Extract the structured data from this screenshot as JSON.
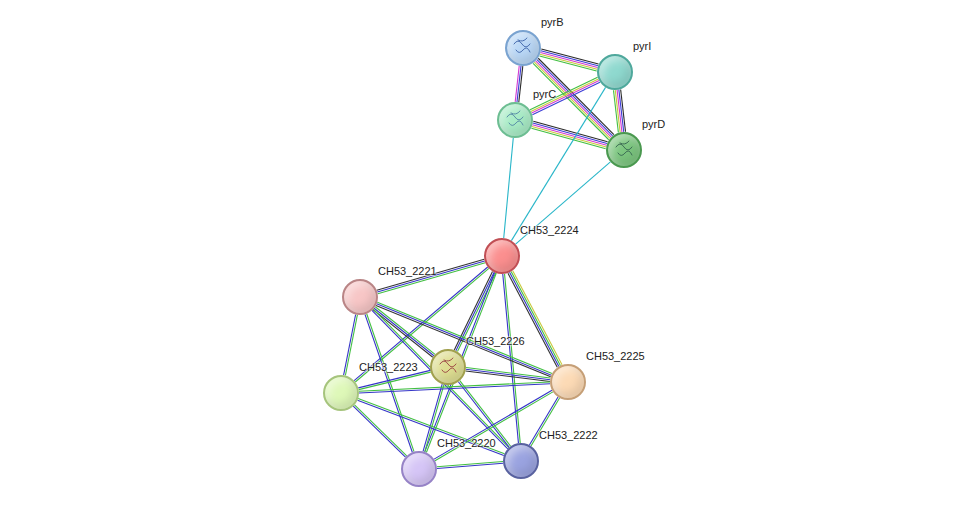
{
  "diagram": {
    "nodes": [
      {
        "text": [
          "pyrB"
        ]
      },
      {
        "text": [
          "pyrI"
        ]
      },
      {
        "text": [
          "pyrC"
        ]
      },
      {
        "text": [
          "pyrD"
        ]
      },
      {
        "text": [
          "CH53_2224"
        ]
      },
      {
        "text": [
          "CH53_2221"
        ]
      },
      {
        "text": [
          "CH53_2226"
        ]
      },
      {
        "text": [
          "CH53_2223"
        ]
      },
      {
        "text": [
          "CH53_2225"
        ]
      },
      {
        "text": [
          "CH53_2220"
        ]
      },
      {
        "text": [
          "CH53_2222"
        ]
      }
    ],
    "edges": [
      {
        "from": 0,
        "to": 1,
        "arrow": "none"
      },
      {
        "from": 0,
        "to": 2,
        "arrow": "none"
      },
      {
        "from": 0,
        "to": 3,
        "arrow": "none"
      },
      {
        "from": 1,
        "to": 2,
        "arrow": "none"
      },
      {
        "from": 1,
        "to": 3,
        "arrow": "none"
      },
      {
        "from": 2,
        "to": 3,
        "arrow": "none"
      },
      {
        "from": 2,
        "to": 4,
        "arrow": "none"
      },
      {
        "from": 1,
        "to": 4,
        "arrow": "none"
      },
      {
        "from": 3,
        "to": 4,
        "arrow": "none"
      },
      {
        "from": 4,
        "to": 5,
        "arrow": "none"
      },
      {
        "from": 4,
        "to": 6,
        "arrow": "none"
      },
      {
        "from": 4,
        "to": 7,
        "arrow": "none"
      },
      {
        "from": 4,
        "to": 8,
        "arrow": "none"
      },
      {
        "from": 4,
        "to": 9,
        "arrow": "none"
      },
      {
        "from": 4,
        "to": 10,
        "arrow": "none"
      },
      {
        "from": 5,
        "to": 6,
        "arrow": "none"
      },
      {
        "from": 5,
        "to": 7,
        "arrow": "none"
      },
      {
        "from": 5,
        "to": 8,
        "arrow": "none"
      },
      {
        "from": 5,
        "to": 9,
        "arrow": "none"
      },
      {
        "from": 5,
        "to": 10,
        "arrow": "none"
      },
      {
        "from": 6,
        "to": 7,
        "arrow": "none"
      },
      {
        "from": 6,
        "to": 8,
        "arrow": "none"
      },
      {
        "from": 6,
        "to": 9,
        "arrow": "none"
      },
      {
        "from": 6,
        "to": 10,
        "arrow": "none"
      },
      {
        "from": 7,
        "to": 8,
        "arrow": "none"
      },
      {
        "from": 7,
        "to": 9,
        "arrow": "none"
      },
      {
        "from": 7,
        "to": 10,
        "arrow": "none"
      },
      {
        "from": 8,
        "to": 9,
        "arrow": "none"
      },
      {
        "from": 8,
        "to": 10,
        "arrow": "none"
      },
      {
        "from": 9,
        "to": 10,
        "arrow": "none"
      }
    ]
  }
}
